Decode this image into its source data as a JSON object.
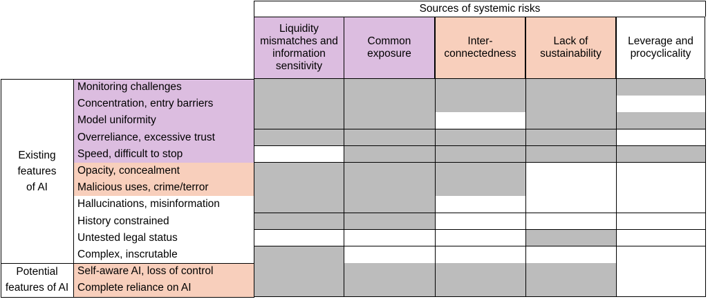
{
  "header": {
    "title": "Sources of systemic risks"
  },
  "columns": [
    {
      "label": "Liquidity\nmismatches and\ninformation\nsensitivity",
      "color": "#dcbde0"
    },
    {
      "label": "Common\nexposure",
      "color": "#dcbde0"
    },
    {
      "label": "Inter-\nconnectedness",
      "color": "#f8cfbc"
    },
    {
      "label": "Lack of\nsustainability",
      "color": "#f8cfbc"
    },
    {
      "label": "Leverage and\nprocyclicality",
      "color": "#ffffff"
    }
  ],
  "groups": [
    {
      "label": "Existing\nfeatures\nof AI"
    },
    {
      "label": "Potential\nfeatures of AI"
    }
  ],
  "colors": {
    "purple": "#dcbde0",
    "peach": "#f8cfbc",
    "white": "#ffffff",
    "gray": "#bcbcbc"
  },
  "rows": [
    {
      "label": "Monitoring challenges",
      "color": "#dcbde0",
      "group": 0,
      "cells": [
        1,
        1,
        1,
        1,
        1
      ]
    },
    {
      "label": "Concentration, entry barriers",
      "color": "#dcbde0",
      "group": 0,
      "cells": [
        1,
        1,
        1,
        1,
        0
      ]
    },
    {
      "label": "Model uniformity",
      "color": "#dcbde0",
      "group": 0,
      "cells": [
        1,
        1,
        0,
        1,
        1
      ]
    },
    {
      "label": "Overreliance, excessive trust",
      "color": "#dcbde0",
      "group": 0,
      "cells": [
        1,
        1,
        1,
        1,
        0
      ]
    },
    {
      "label": "Speed, difficult to stop",
      "color": "#dcbde0",
      "group": 0,
      "cells": [
        0,
        1,
        1,
        1,
        1
      ]
    },
    {
      "label": "Opacity, concealment",
      "color": "#f8cfbc",
      "group": 0,
      "cells": [
        1,
        1,
        1,
        0,
        0
      ]
    },
    {
      "label": "Malicious uses, crime/terror",
      "color": "#f8cfbc",
      "group": 0,
      "cells": [
        1,
        1,
        1,
        0,
        0
      ]
    },
    {
      "label": "Hallucinations, misinformation",
      "color": "#ffffff",
      "group": 0,
      "cells": [
        1,
        1,
        0,
        0,
        0
      ]
    },
    {
      "label": "History constrained",
      "color": "#ffffff",
      "group": 0,
      "cells": [
        1,
        1,
        0,
        0,
        0
      ]
    },
    {
      "label": "Untested legal status",
      "color": "#ffffff",
      "group": 0,
      "cells": [
        0,
        0,
        0,
        1,
        0
      ]
    },
    {
      "label": "Complex, inscrutable",
      "color": "#ffffff",
      "group": 0,
      "cells": [
        1,
        0,
        0,
        0,
        0
      ]
    },
    {
      "label": "Self-aware AI, loss of control",
      "color": "#f8cfbc",
      "group": 1,
      "cells": [
        1,
        1,
        1,
        1,
        0
      ]
    },
    {
      "label": "Complete reliance on AI",
      "color": "#f8cfbc",
      "group": 1,
      "cells": [
        1,
        1,
        1,
        1,
        0
      ]
    }
  ]
}
